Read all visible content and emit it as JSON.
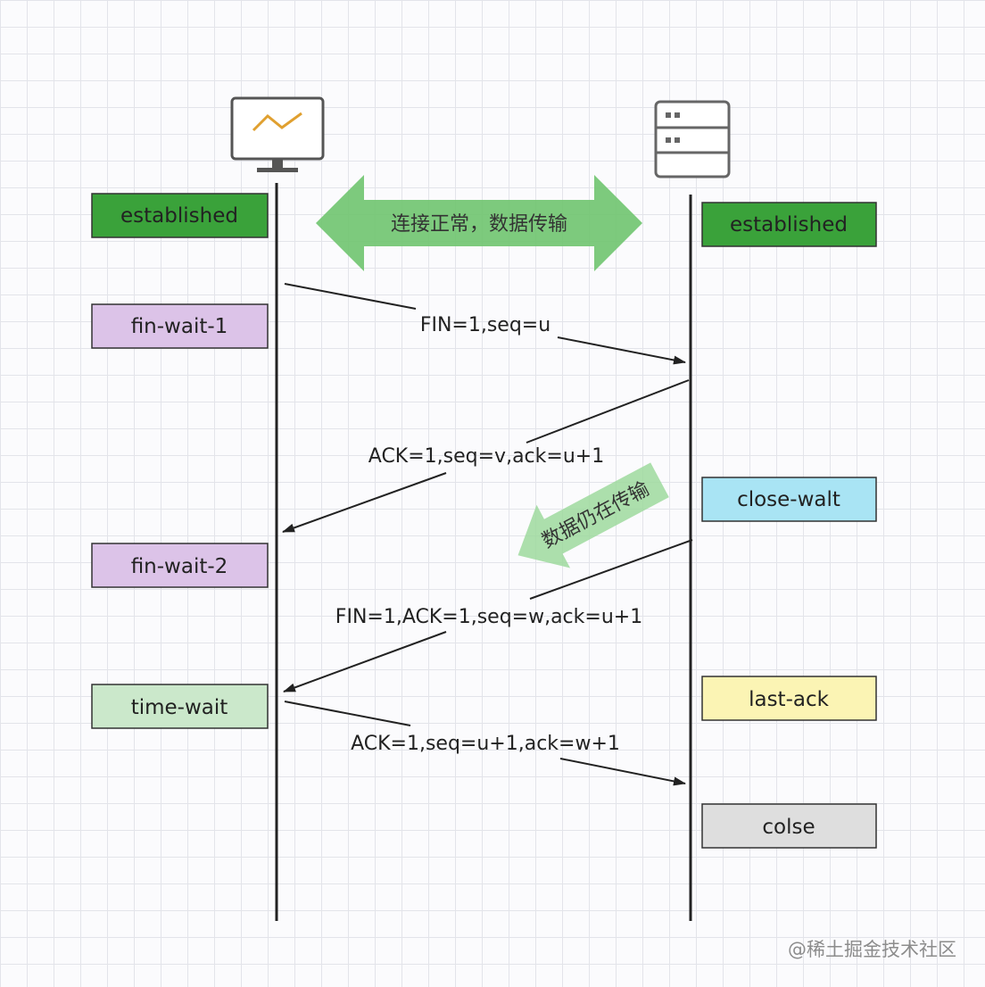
{
  "client": {
    "icon": "monitor-icon",
    "states": {
      "established": "established",
      "fin_wait_1": "fin-wait-1",
      "fin_wait_2": "fin-wait-2",
      "time_wait": "time-wait"
    }
  },
  "server": {
    "icon": "server-icon",
    "states": {
      "established": "established",
      "close_wait": "close-walt",
      "last_ack": "last-ack",
      "closed": "colse"
    }
  },
  "connection_banner": "连接正常，数据传输",
  "data_still_banner": "数据仍在传输",
  "messages": {
    "m1": "FIN=1,seq=u",
    "m2": "ACK=1,seq=v,ack=u+1",
    "m3": "FIN=1,ACK=1,seq=w,ack=u+1",
    "m4": "ACK=1,seq=u+1,ack=w+1"
  },
  "colors": {
    "established": "#3aa23a",
    "fin_wait": "#dcc3e8",
    "close_wait": "#a9e4f4",
    "time_wait": "#cbe8cb",
    "last_ack": "#fbf4b4",
    "closed": "#dedede",
    "banner_green": "#6fc46f"
  },
  "watermark": "@稀土掘金技术社区"
}
